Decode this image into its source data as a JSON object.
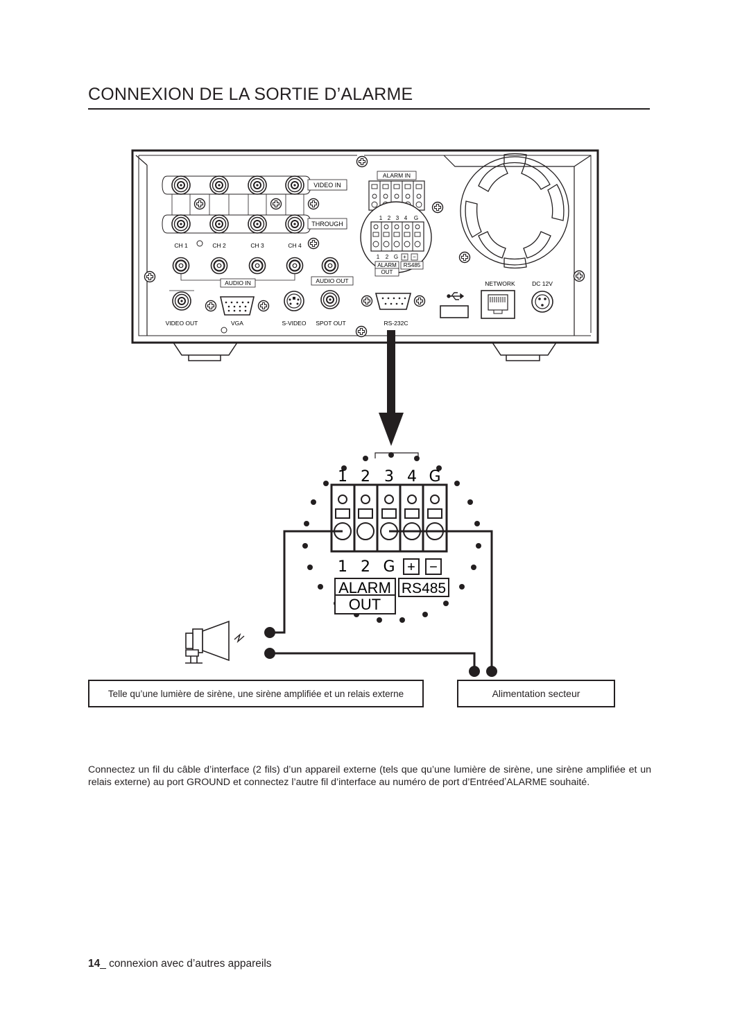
{
  "page": {
    "title": "CONNEXION DE LA SORTIE D’ALARME",
    "caption_device": "Telle qu’une lumière de sirène, une sirène amplifiée et un relais externe",
    "caption_power": "Alimentation secteur",
    "body": "Connectez un fil du câble d’interface (2 fils) d’un appareil externe (tels que qu’une lumière de sirène, une sirène amplifiée et un relais externe) au port GROUND et connectez l’autre fil d’interface au numéro de port d’EntréedʼALARME souhaité.",
    "footer_number": "14",
    "footer_text": "_ connexion avec d’autres appareils"
  },
  "panel": {
    "video_in": "VIDEO IN",
    "through": "THROUGH",
    "channels": [
      "CH 1",
      "CH 2",
      "CH 3",
      "CH 4"
    ],
    "audio_in": "AUDIO IN",
    "audio_out": "AUDIO OUT",
    "video_out": "VIDEO OUT",
    "vga": "VGA",
    "s_video": "S-VIDEO",
    "spot_out": "SPOT OUT",
    "rs232c": "RS-232C",
    "alarm_in": "ALARM IN",
    "alarm_top_pins": [
      "1",
      "2",
      "3",
      "4",
      "G"
    ],
    "alarm_bottom_pins": [
      "1",
      "2",
      "G",
      "+",
      "−"
    ],
    "alarm": "ALARM",
    "out": "OUT",
    "rs485": "RS485",
    "network": "NETWORK",
    "dc": "DC 12V"
  },
  "zoom": {
    "top_pins": [
      "1",
      "2",
      "3",
      "4",
      "G"
    ],
    "bottom_pins": [
      "1",
      "2",
      "G",
      "+",
      "−"
    ],
    "alarm": "ALARM",
    "out": "OUT",
    "rs485": "RS485"
  },
  "icons": [
    "screw-icon",
    "bnc-connector-icon",
    "rca-jack-icon",
    "vga-port-icon",
    "s-video-port-icon",
    "serial-port-icon",
    "usb-icon",
    "ethernet-port-icon",
    "dc-power-icon",
    "fan-grille-icon",
    "siren-horn-icon",
    "down-arrow-icon"
  ]
}
